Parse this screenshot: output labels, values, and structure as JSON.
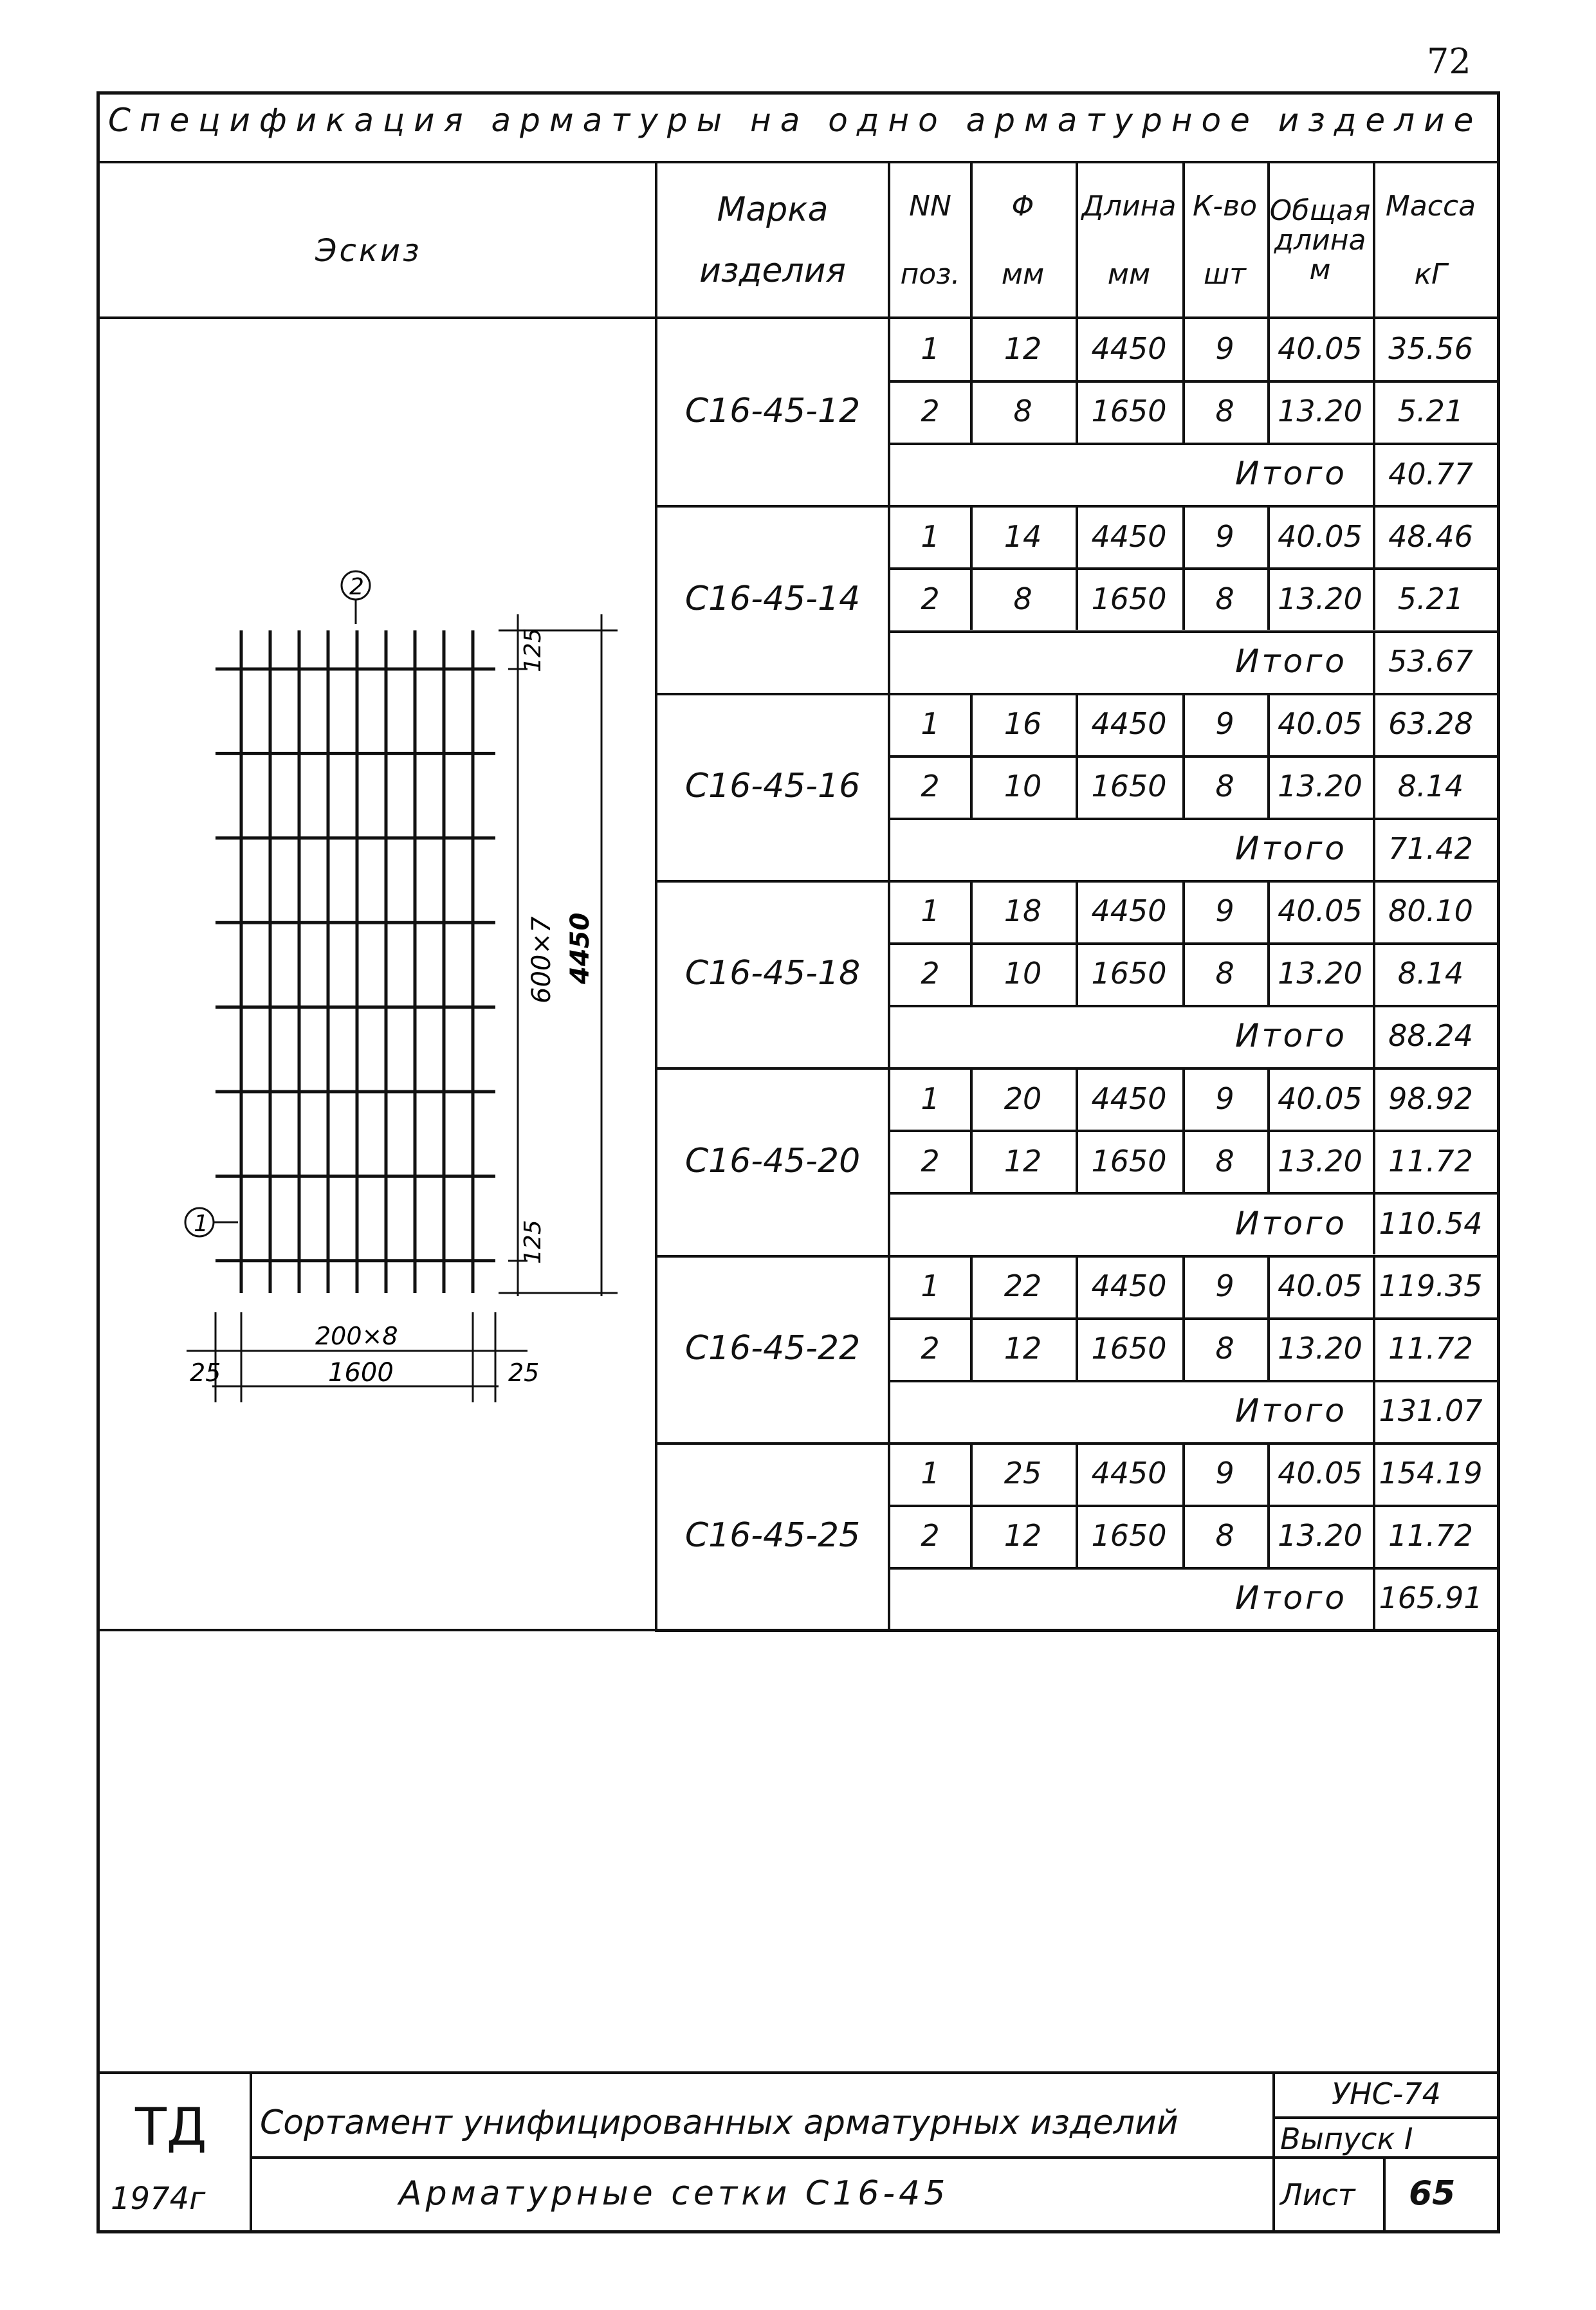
{
  "page_number": "72",
  "spec_title": "Спецификация арматуры на одно арматурное изделие",
  "header": {
    "sketch": "Эскиз",
    "mark_line1": "Марка",
    "mark_line2": "изделия",
    "pos_line1": "NN",
    "pos_line2": "поз.",
    "dia_line1": "Φ",
    "dia_line2": "мм",
    "len_line1": "Длина",
    "len_line2": "мм",
    "qty_line1": "К-во",
    "qty_line2": "шт",
    "total_len_line1": "Общая",
    "total_len_line2": "длина",
    "total_len_line3": "м",
    "mass_line1": "Масса",
    "mass_line2": "кГ"
  },
  "total_label": "Итого",
  "groups": [
    {
      "mark": "С16-45-12",
      "rows": [
        {
          "pos": "1",
          "dia": "12",
          "len": "4450",
          "qty": "9",
          "tlen": "40.05",
          "mass": "35.56"
        },
        {
          "pos": "2",
          "dia": "8",
          "len": "1650",
          "qty": "8",
          "tlen": "13.20",
          "mass": "5.21"
        }
      ],
      "total": "40.77"
    },
    {
      "mark": "С16-45-14",
      "rows": [
        {
          "pos": "1",
          "dia": "14",
          "len": "4450",
          "qty": "9",
          "tlen": "40.05",
          "mass": "48.46"
        },
        {
          "pos": "2",
          "dia": "8",
          "len": "1650",
          "qty": "8",
          "tlen": "13.20",
          "mass": "5.21"
        }
      ],
      "total": "53.67"
    },
    {
      "mark": "С16-45-16",
      "rows": [
        {
          "pos": "1",
          "dia": "16",
          "len": "4450",
          "qty": "9",
          "tlen": "40.05",
          "mass": "63.28"
        },
        {
          "pos": "2",
          "dia": "10",
          "len": "1650",
          "qty": "8",
          "tlen": "13.20",
          "mass": "8.14"
        }
      ],
      "total": "71.42"
    },
    {
      "mark": "С16-45-18",
      "rows": [
        {
          "pos": "1",
          "dia": "18",
          "len": "4450",
          "qty": "9",
          "tlen": "40.05",
          "mass": "80.10"
        },
        {
          "pos": "2",
          "dia": "10",
          "len": "1650",
          "qty": "8",
          "tlen": "13.20",
          "mass": "8.14"
        }
      ],
      "total": "88.24"
    },
    {
      "mark": "С16-45-20",
      "rows": [
        {
          "pos": "1",
          "dia": "20",
          "len": "4450",
          "qty": "9",
          "tlen": "40.05",
          "mass": "98.92"
        },
        {
          "pos": "2",
          "dia": "12",
          "len": "1650",
          "qty": "8",
          "tlen": "13.20",
          "mass": "11.72"
        }
      ],
      "total": "110.54"
    },
    {
      "mark": "С16-45-22",
      "rows": [
        {
          "pos": "1",
          "dia": "22",
          "len": "4450",
          "qty": "9",
          "tlen": "40.05",
          "mass": "119.35"
        },
        {
          "pos": "2",
          "dia": "12",
          "len": "1650",
          "qty": "8",
          "tlen": "13.20",
          "mass": "11.72"
        }
      ],
      "total": "131.07"
    },
    {
      "mark": "С16-45-25",
      "rows": [
        {
          "pos": "1",
          "dia": "25",
          "len": "4450",
          "qty": "9",
          "tlen": "40.05",
          "mass": "154.19"
        },
        {
          "pos": "2",
          "dia": "12",
          "len": "1650",
          "qty": "8",
          "tlen": "13.20",
          "mass": "11.72"
        }
      ],
      "total": "165.91"
    }
  ],
  "sketch": {
    "pos1": "1",
    "pos2": "2",
    "dim_125_top": "125",
    "dim_600x7": "600×7",
    "dim_4450": "4450",
    "dim_125_bottom": "125",
    "dim_200x8": "200×8",
    "dim_1600": "1600",
    "dim_25_left": "25",
    "dim_25_right": "25"
  },
  "stamp": {
    "org": "ТД",
    "year": "1974г",
    "title": "Сортамент унифицированных арматурных изделий",
    "code": "УНС-74",
    "issue": "Выпуск I",
    "subtitle": "Арматурные сетки С16-45",
    "sheet_label": "Лист",
    "sheet_no": "65"
  }
}
